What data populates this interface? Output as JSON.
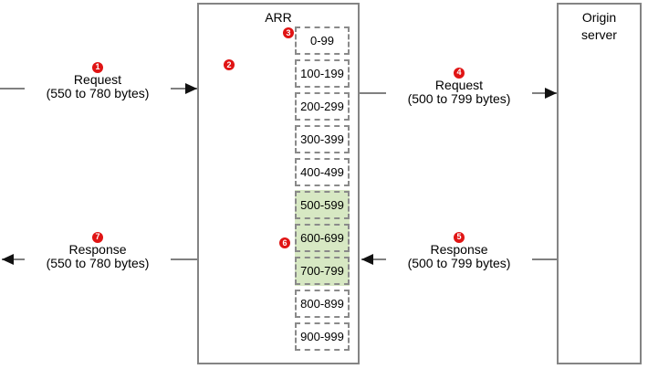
{
  "colors": {
    "cached_fill": "#d7e8c3",
    "marker_red": "#e01414",
    "line_gray": "#808080",
    "box_border_gray": "#848484"
  },
  "arr": {
    "title": "ARR"
  },
  "origin": {
    "title": "Origin\nserver"
  },
  "cache_ranges": [
    {
      "label": "0-99",
      "cached": false
    },
    {
      "label": "100-199",
      "cached": false
    },
    {
      "label": "200-299",
      "cached": false
    },
    {
      "label": "300-399",
      "cached": false
    },
    {
      "label": "400-499",
      "cached": false
    },
    {
      "label": "500-599",
      "cached": true
    },
    {
      "label": "600-699",
      "cached": true
    },
    {
      "label": "700-799",
      "cached": true
    },
    {
      "label": "800-899",
      "cached": false
    },
    {
      "label": "900-999",
      "cached": false
    }
  ],
  "markers": {
    "arr_receive": "2",
    "cache_lookup": "3",
    "cache_fill": "6"
  },
  "flows": {
    "client_request": {
      "marker": "1",
      "title": "Request",
      "detail": "(550 to 780 bytes)"
    },
    "origin_request": {
      "marker": "4",
      "title": "Request",
      "detail": "(500 to 799 bytes)"
    },
    "origin_response": {
      "marker": "5",
      "title": "Response",
      "detail": "(500 to 799 bytes)"
    },
    "client_response": {
      "marker": "7",
      "title": "Response",
      "detail": "(550 to 780 bytes)"
    }
  }
}
